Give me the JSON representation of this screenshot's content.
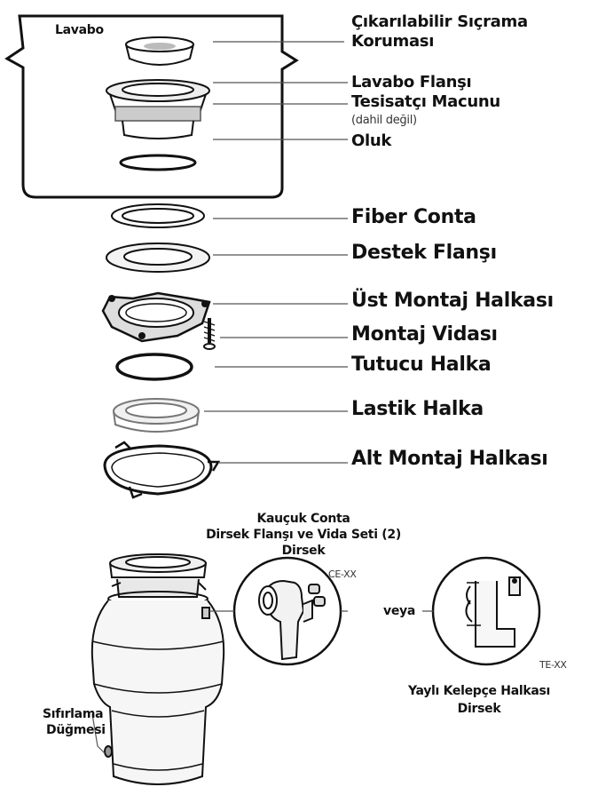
{
  "labels": {
    "lavabo": "Lavabo",
    "splash_guard_1": "Çıkarılabilir Sıçrama",
    "splash_guard_2": "Koruması",
    "sink_flange": "Lavabo Flanşı",
    "plumbers_putty": "Tesisatçı Macunu",
    "not_included": "(dahil değil)",
    "trough": "Oluk",
    "fiber_gasket": "Fiber Conta",
    "support_flange": "Destek Flanşı",
    "upper_mount_ring": "Üst Montaj Halkası",
    "mount_screw": "Montaj Vidası",
    "retaining_ring": "Tutucu Halka",
    "rubber_ring": "Lastik Halka",
    "lower_mount_ring": "Alt Montaj Halkası",
    "rubber_gasket": "Kauçuk Conta",
    "elbow_flange_set": "Dirsek Flanşı ve Vida Seti (2)",
    "elbow_top": "Dirsek",
    "ce_code": "CE-XX",
    "or": "veya",
    "te_code": "TE-XX",
    "spring_clamp": "Yaylı Kelepçe Halkası",
    "elbow_bottom": "Dirsek",
    "reset_1": "Sıfırlama",
    "reset_2": "Düğmesi"
  }
}
